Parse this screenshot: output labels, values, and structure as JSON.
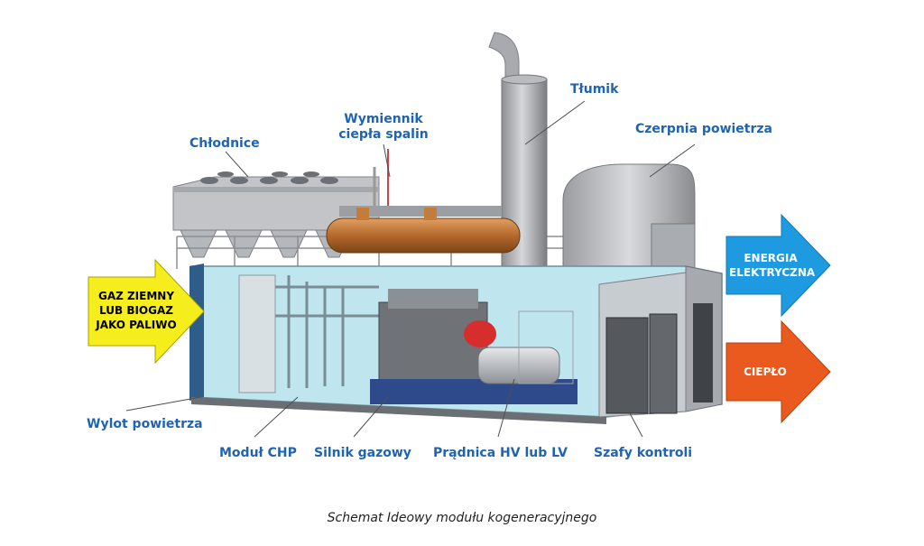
{
  "labels": {
    "chlodnice": "Chłodnice",
    "wymiennik_line1": "Wymiennik",
    "wymiennik_line2": "ciepła spalin",
    "tlumik": "Tłumik",
    "czerpnia": "Czerpnia powietrza",
    "wylot": "Wylot powietrza",
    "modul": "Moduł CHP",
    "silnik": "Silnik gazowy",
    "pradnica": "Prądnica HV lub LV",
    "szafy": "Szafy kontroli"
  },
  "arrows": {
    "fuel": [
      "GAZ ZIEMNY",
      "LUB BIOGAZ",
      "JAKO PALIWO"
    ],
    "energy": [
      "ENERGIA",
      "ELEKTRYCZNA"
    ],
    "heat": "CIEPŁO"
  },
  "caption": "Schemat Ideowy modułu kogeneracyjnego",
  "colors": {
    "label_blue": "#1f63b3",
    "fuel_arrow": "#f5ee1c",
    "energy_arrow": "#1e9be0",
    "heat_arrow": "#ea5a1e",
    "container_glass": "#bfe6ee"
  }
}
